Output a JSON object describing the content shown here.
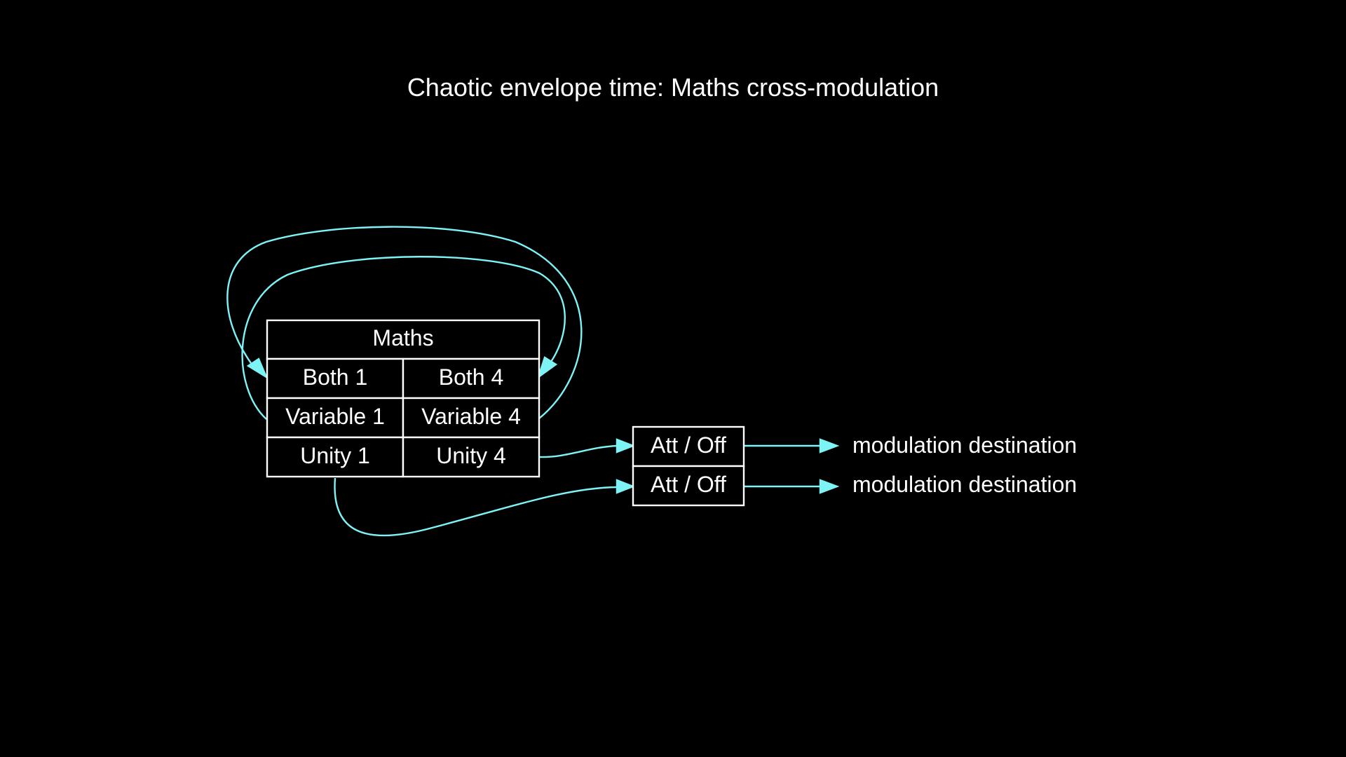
{
  "title": "Chaotic envelope time: Maths cross-modulation",
  "maths": {
    "header": "Maths",
    "both_1": "Both 1",
    "both_4": "Both 4",
    "variable_1": "Variable 1",
    "variable_4": "Variable 4",
    "unity_1": "Unity 1",
    "unity_4": "Unity 4"
  },
  "attenuators": {
    "att_off_1": "Att / Off",
    "att_off_2": "Att / Off"
  },
  "destinations": {
    "dest_1": "modulation destination",
    "dest_2": "modulation destination"
  },
  "colors": {
    "background": "#000000",
    "node_stroke": "#ffffff",
    "text": "#ffffff",
    "edge": "#7ef3f6"
  }
}
